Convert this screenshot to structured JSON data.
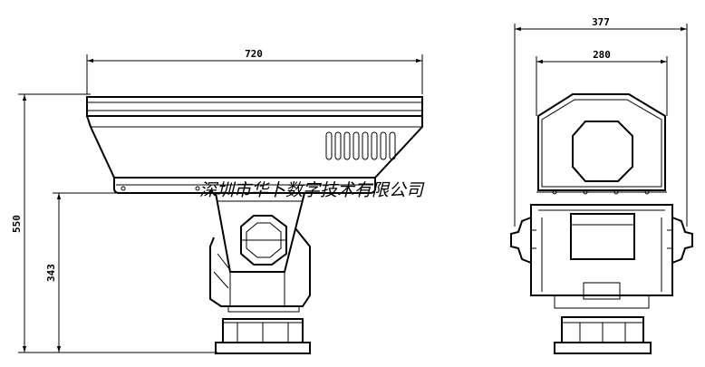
{
  "dimensions": {
    "width_side": "720",
    "height_total": "550",
    "height_base": "343",
    "width_front_outer": "377",
    "width_front_inner": "280"
  },
  "watermark": "深圳市华卜数字技术有限公司",
  "colors": {
    "line": "#000000",
    "background": "#ffffff"
  }
}
